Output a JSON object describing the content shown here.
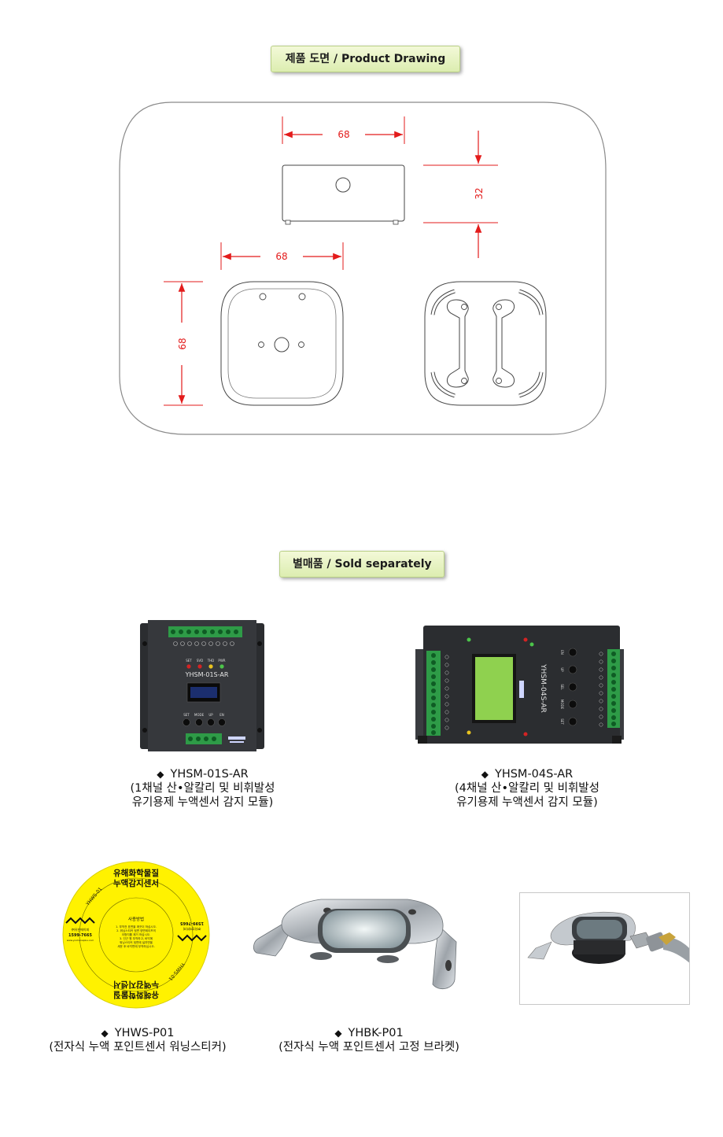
{
  "sections": {
    "drawing_title": "제품 도면 / Product Drawing",
    "sold_title": "별매품 / Sold separately"
  },
  "drawing": {
    "dim_top_width": "68",
    "dim_top_height": "32",
    "dim_bottom_width": "68",
    "dim_bottom_height": "68"
  },
  "modules": [
    {
      "name": "YHSM-01S-AR",
      "desc_line1": "(1채널 산•알칼리 및 비휘발성",
      "desc_line2": "유기용제 누액센서 감지 모듈)",
      "device_label": "YHSM-01S-AR",
      "button_labels": [
        "SET",
        "MODE",
        "UP",
        "EN"
      ],
      "led_labels": [
        "SET",
        "SVD",
        "THD",
        "PWR"
      ]
    },
    {
      "name": "YHSM-04S-AR",
      "desc_line1": "(4채널 산•알칼리 및 비휘발성",
      "desc_line2": "유기용제 누액센서 감지 모듈)",
      "device_label": "YHSM-04S-AR",
      "button_labels": [
        "EN",
        "UP",
        "SEL",
        "MODE",
        "SET"
      ]
    }
  ],
  "accessories": [
    {
      "name": "YHWS-P01",
      "desc": "(전자식 누액 포인트센서 워닝스티커)",
      "sticker": {
        "title_line1": "유해화학물질",
        "title_line2": "누액감지센서",
        "bottom_line1": "유해화학물질",
        "bottom_line2": "누액감지센서",
        "arc_left": "YHWS-01",
        "arc_right": "YHWS-01",
        "usage_title": "사용방법",
        "usage_lines": [
          "1. 부착전 표면을 깨끗이 하십시오.",
          "2. 워닝스티커 뒷면 양면테이프의",
          "이형지를 제거 하십시오.",
          "3. 인근 원 부착하고, 바닥에",
          "워닝스티커 뒷면에 설치면을",
          "세운 후 바닥면에 부착하십시오."
        ],
        "company": "㈜유한에이피",
        "phone": "1599-7665",
        "web": "www.yoohanaplus.com"
      }
    },
    {
      "name": "YHBK-P01",
      "desc": "(전자식 누액 포인트센서 고정 브라켓)"
    }
  ],
  "colors": {
    "badge_bg": "#dcedb0",
    "dimension_red": "#e31b1b",
    "sticker_yellow": "#fff200",
    "module_body": "#2b2d30",
    "terminal_green": "#2e9b47",
    "lcd_green": "#8fd14f"
  },
  "diamond": "◆"
}
